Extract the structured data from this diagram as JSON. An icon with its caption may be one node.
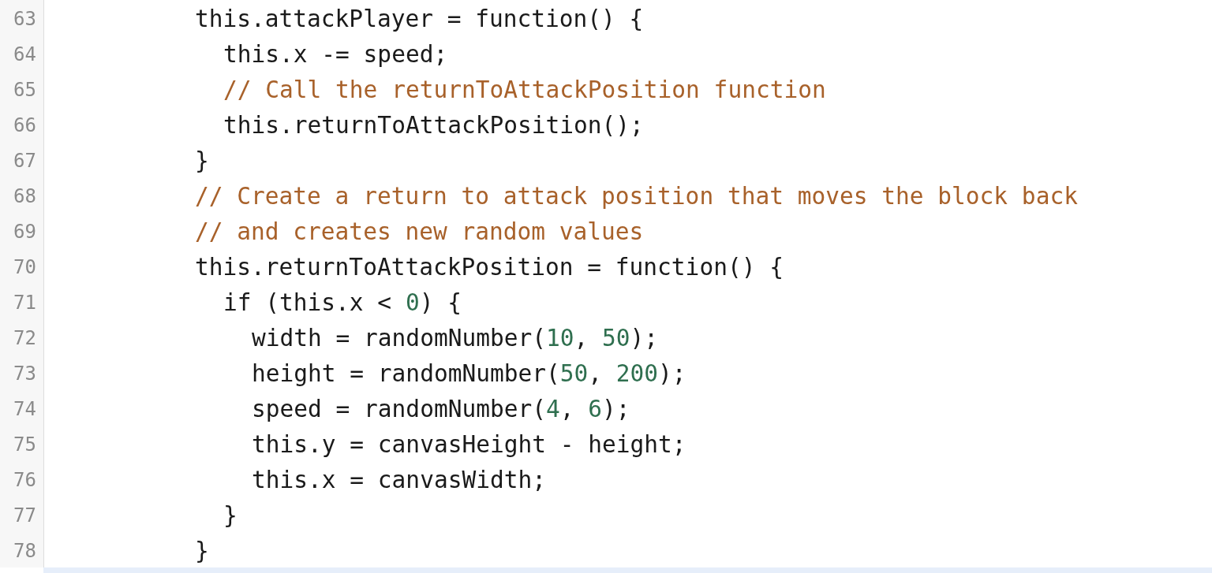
{
  "diagram": {
    "labels": [
      "63",
      "this.attackPlayer = function() {",
      "64",
      "this.x -= speed;",
      "65",
      "// Call the returnToAttackPosition function",
      "66",
      "this.returnToAttackPosition();",
      "67",
      "}",
      "68",
      "// Create a return to attack position that moves the block back",
      "69",
      "// and creates new random values",
      "70",
      "this.returnToAttackPosition = function() {",
      "71",
      "if (this.x < 0) {",
      "72",
      "width = randomNumber(10, 50);",
      "73",
      "height = randomNumber(50, 200);",
      "74",
      "speed = randomNumber(4, 6);",
      "75",
      "this.y = canvasHeight - height;",
      "76",
      "this.x = canvasWidth;",
      "77",
      "}",
      "78",
      "}"
    ]
  }
}
